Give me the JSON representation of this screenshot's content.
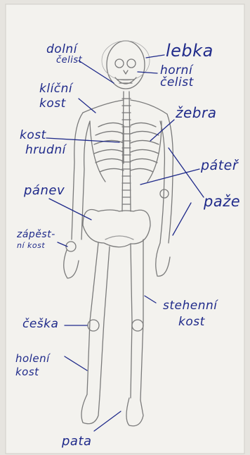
{
  "diagram": {
    "labels": {
      "dolni_celist": [
        "dolní",
        "čelist"
      ],
      "lebka": "lebka",
      "horni_celist": [
        "horní",
        "čelist"
      ],
      "klicni_kost": [
        "klíční",
        "kost"
      ],
      "zebra": "žebra",
      "kost_hrudni": [
        "kost",
        "hrudní"
      ],
      "patek": "páteř",
      "panev": "pánev",
      "paze": "paže",
      "zapesti_kost": [
        "zápěst-",
        "ní kost"
      ],
      "stehenni_kost": [
        "stehenní",
        "kost"
      ],
      "ceska": "češka",
      "holeni_kost": [
        "holení",
        "kost"
      ],
      "pata": "pata"
    },
    "colors": {
      "ink": "#1f2a8a",
      "pencil": "#7a7a7a",
      "paper": "#f3f2ee"
    }
  }
}
